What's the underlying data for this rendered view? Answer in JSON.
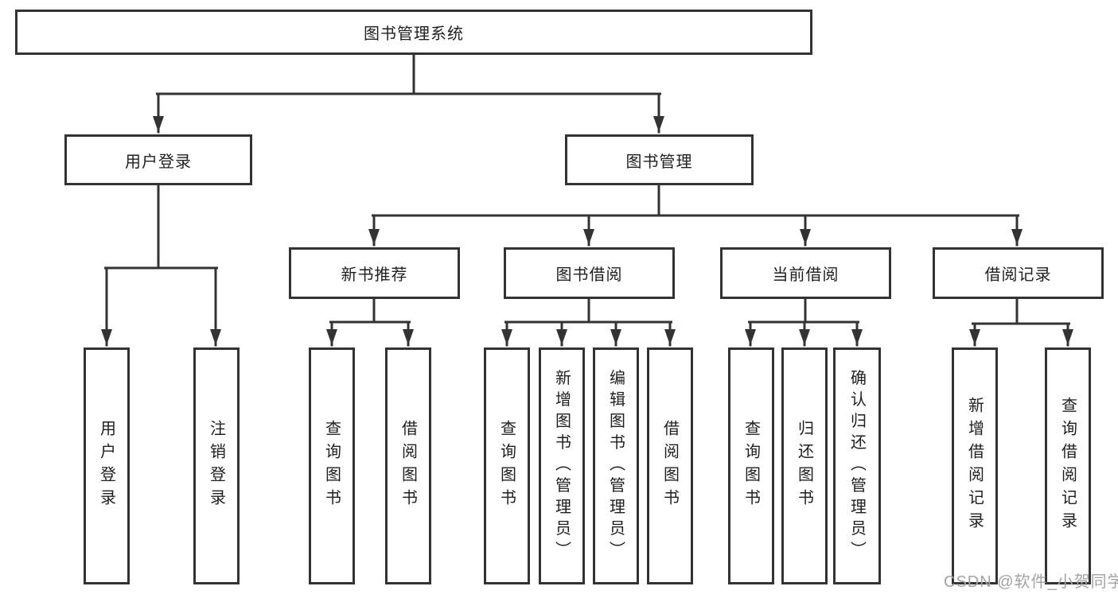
{
  "colors": {
    "line": "#333333",
    "text": "#1f1f1f",
    "box_bg": "#ffffff",
    "watermark": "#a3a3a3",
    "page_bg": "#ffffff"
  },
  "diagram": {
    "title": "图书管理系统",
    "root": {
      "label": "图书管理系统"
    },
    "level2": [
      {
        "label": "用户登录"
      },
      {
        "label": "图书管理"
      }
    ],
    "level3": [
      {
        "label": "新书推荐",
        "parent": "图书管理"
      },
      {
        "label": "图书借阅",
        "parent": "图书管理"
      },
      {
        "label": "当前借阅",
        "parent": "图书管理"
      },
      {
        "label": "借阅记录",
        "parent": "图书管理"
      }
    ],
    "leaves": [
      {
        "label": "用户登录",
        "parent": "用户登录"
      },
      {
        "label": "注销登录",
        "parent": "用户登录"
      },
      {
        "label": "查询图书",
        "parent": "新书推荐"
      },
      {
        "label": "借阅图书",
        "parent": "新书推荐"
      },
      {
        "label": "查询图书",
        "parent": "图书借阅"
      },
      {
        "label": "新增图书（管理员）",
        "parent": "图书借阅"
      },
      {
        "label": "编辑图书（管理员）",
        "parent": "图书借阅"
      },
      {
        "label": "借阅图书",
        "parent": "图书借阅"
      },
      {
        "label": "查询图书",
        "parent": "当前借阅"
      },
      {
        "label": "归还图书",
        "parent": "当前借阅"
      },
      {
        "label": "确认归还（管理员）",
        "parent": "当前借阅"
      },
      {
        "label": "新增借阅记录",
        "parent": "借阅记录"
      },
      {
        "label": "查询借阅记录",
        "parent": "借阅记录"
      }
    ]
  },
  "watermark": {
    "text": "CSDN @软件_小贺同学"
  }
}
